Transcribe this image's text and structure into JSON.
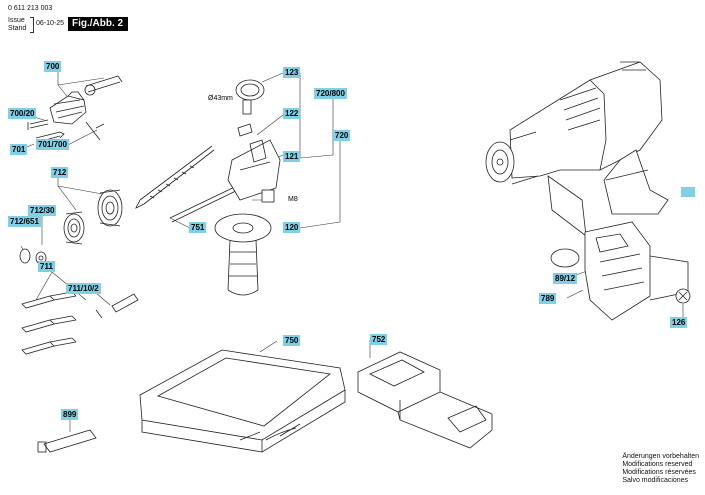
{
  "header": {
    "doc_number": "0 611 213 003",
    "issue_label": "Issue",
    "stand_label": "Stand",
    "date": "06-10-25",
    "figure_label": "Fig./Abb. 2"
  },
  "parts": {
    "p700": "700",
    "p700_20": "700/20",
    "p701": "701",
    "p701_700": "701/700",
    "p712": "712",
    "p712_30": "712/30",
    "p712_651": "712/651",
    "p711": "711",
    "p711_10_2": "711/10/2",
    "p899": "899",
    "p123": "123",
    "p122": "122",
    "p121": "121",
    "p720_800": "720/800",
    "p720": "720",
    "p751": "751",
    "p120": "120",
    "p750": "750",
    "p752": "752",
    "p89_12": "89/12",
    "p789": "789",
    "p126": "126"
  },
  "notes": {
    "diameter": "Ø43mm",
    "thread": "M8"
  },
  "footer": {
    "line1": "Änderungen vorbehalten",
    "line2": "Modifications reserved",
    "line3": "Modifications réservées",
    "line4": "Salvo modificaciones"
  },
  "colors": {
    "label_bg": "#7fd0e6",
    "line": "#222222"
  }
}
